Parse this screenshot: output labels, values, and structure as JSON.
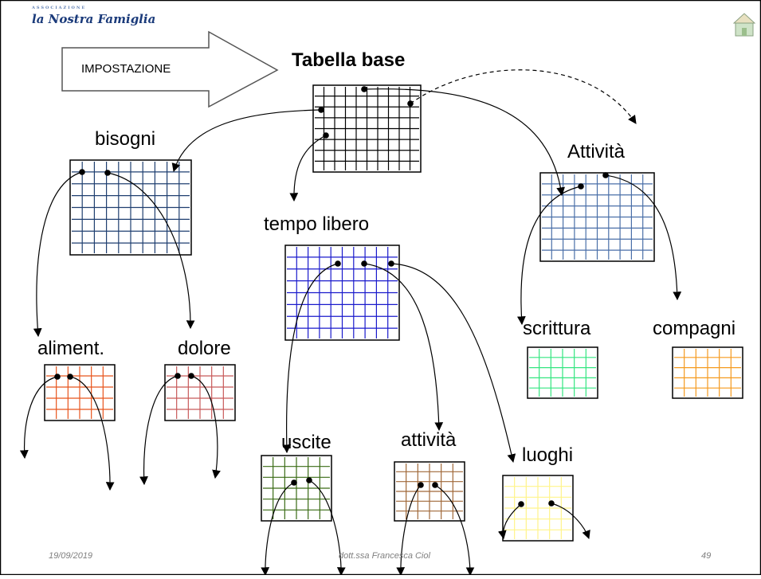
{
  "logo": {
    "text": "la Nostra Famiglia",
    "small": "ASSOCIAZIONE"
  },
  "labels": {
    "impostazione": "IMPOSTAZIONE",
    "tabella_base": "Tabella base",
    "bisogni": "bisogni",
    "attivita_main": "Attività",
    "tempo_libero": "tempo libero",
    "aliment": "aliment.",
    "dolore": "dolore",
    "scrittura": "scrittura",
    "compagni": "compagni",
    "uscite": "uscite",
    "attivita_sub": "attività",
    "luoghi": "luoghi"
  },
  "footer": {
    "date": "19/09/2019",
    "author": "dott.ssa Francesca Ciol",
    "page": "49"
  },
  "colors": {
    "tabella_base": "#000000",
    "bisogni": "#1f3f70",
    "attivita_main": "#4a6fa8",
    "tempo_libero": "#1a1acc",
    "aliment": "#e8541c",
    "dolore": "#c85a5a",
    "scrittura": "#33e680",
    "compagni": "#f59a1e",
    "uscite": "#3a6b14",
    "attivita_sub": "#a06838",
    "luoghi": "#fff48a"
  }
}
